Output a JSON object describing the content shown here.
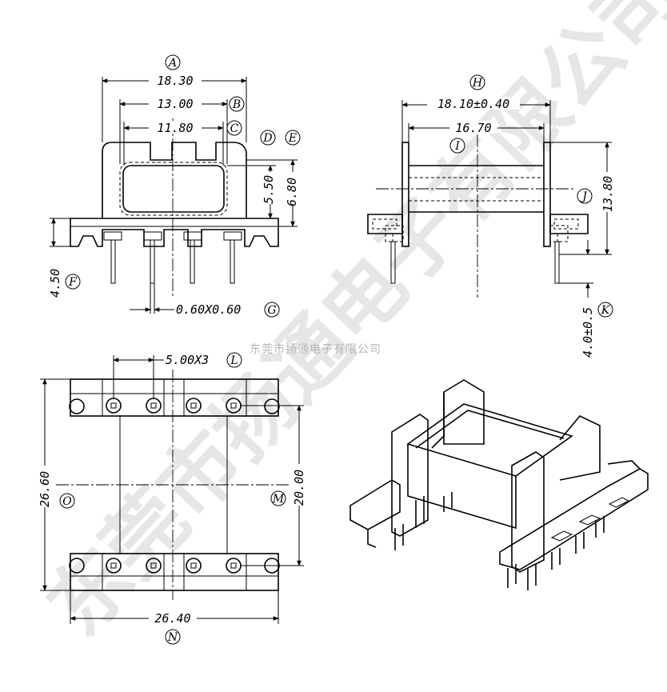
{
  "watermark": {
    "big": "东莞市扬通电子有限公司",
    "small": "东莞市扬通电子有限公司"
  },
  "front_view": {
    "dims": {
      "A": "18.30",
      "B": "13.00",
      "C": "11.80",
      "D": "5.50",
      "E": "6.80",
      "F": "4.50",
      "G": "0.60X0.60"
    },
    "labels": {
      "A": "A",
      "B": "B",
      "C": "C",
      "D": "D",
      "E": "E",
      "F": "F",
      "G": "G"
    }
  },
  "side_view": {
    "dims": {
      "H": "18.10±0.40",
      "I": "16.70",
      "J": "13.80",
      "K": "4.0±0.5"
    },
    "labels": {
      "H": "H",
      "I": "I",
      "J": "J",
      "K": "K"
    }
  },
  "bottom_view": {
    "dims": {
      "L": "5.00X3",
      "M": "20.00",
      "N": "26.40",
      "O": "26.60"
    },
    "labels": {
      "L": "L",
      "M": "M",
      "N": "N",
      "O": "O"
    }
  }
}
